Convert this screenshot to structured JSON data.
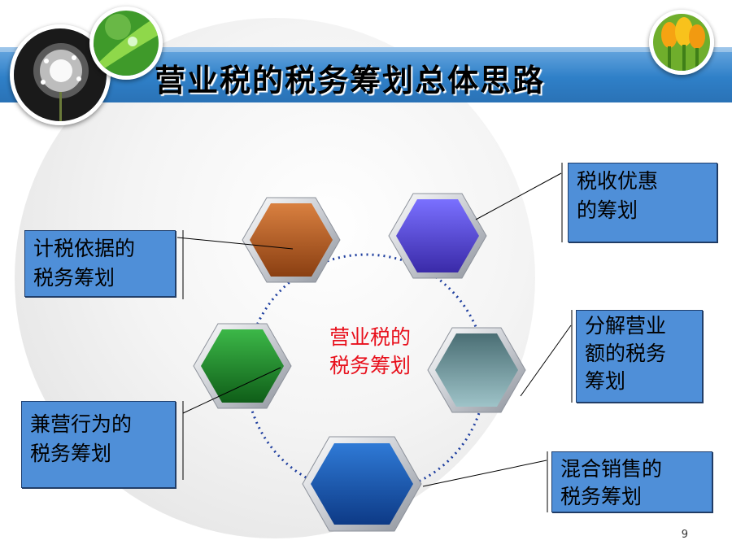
{
  "title": "营业税的税务筹划总体思路",
  "page_number": "9",
  "center_label_line1": "营业税的",
  "center_label_line2": "税务筹划",
  "boxes": {
    "tax_incentives": {
      "line1": "税收优惠",
      "line2": "的筹划"
    },
    "tax_basis": {
      "line1": "计税依据的",
      "line2": "税务筹划"
    },
    "decompose_business": {
      "line1": "分解营业",
      "line2": "额的税务",
      "line3": "筹划"
    },
    "concurrent_operation": {
      "line1": "兼营行为的",
      "line2": "税务筹划"
    },
    "mixed_sales": {
      "line1": "混合销售的",
      "line2": "税务筹划"
    }
  },
  "colors": {
    "hex_brown": "#b85a22",
    "hex_purple": "#5a4ee0",
    "hex_green": "#1f8a2c",
    "hex_teal": "#5f8f98",
    "hex_blue": "#1a5bb5",
    "box_fill": "#4f8fd8",
    "center_text": "#e8101c",
    "dotted_circle": "#1f3f9f"
  },
  "icons": {
    "top_left_photo": "dandelion-photo",
    "top_middle_photo": "leaf-water-drop-photo",
    "top_right_photo": "tulips-photo"
  }
}
